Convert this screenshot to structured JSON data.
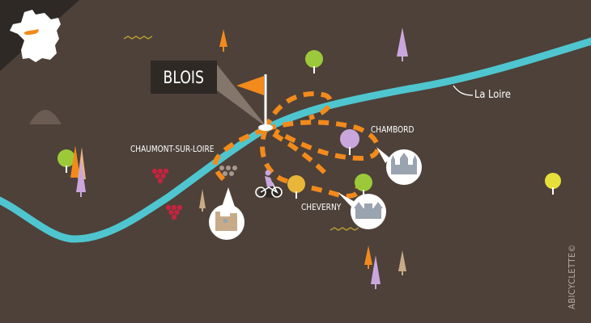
{
  "map": {
    "title_marker": "BLOIS",
    "river_label": "La Loire",
    "places": [
      {
        "name": "CHAUMONT-SUR-LOIRE"
      },
      {
        "name": "CHAMBORD"
      },
      {
        "name": "CHEVERNY"
      }
    ],
    "credit": "ABICYCLETTE©"
  },
  "colors": {
    "ground": "#4d4139",
    "river": "#4fc6cf",
    "route": "#f28a1c",
    "label_box": "#2e2925",
    "france_inset": "#ffffff",
    "region_highlight": "#f28a1c"
  },
  "icons": [
    "france-inset-icon",
    "flag-icon",
    "castle-icon",
    "cyclist-icon",
    "tree-icon",
    "grapes-icon",
    "hill-icon",
    "zigzag-icon"
  ]
}
